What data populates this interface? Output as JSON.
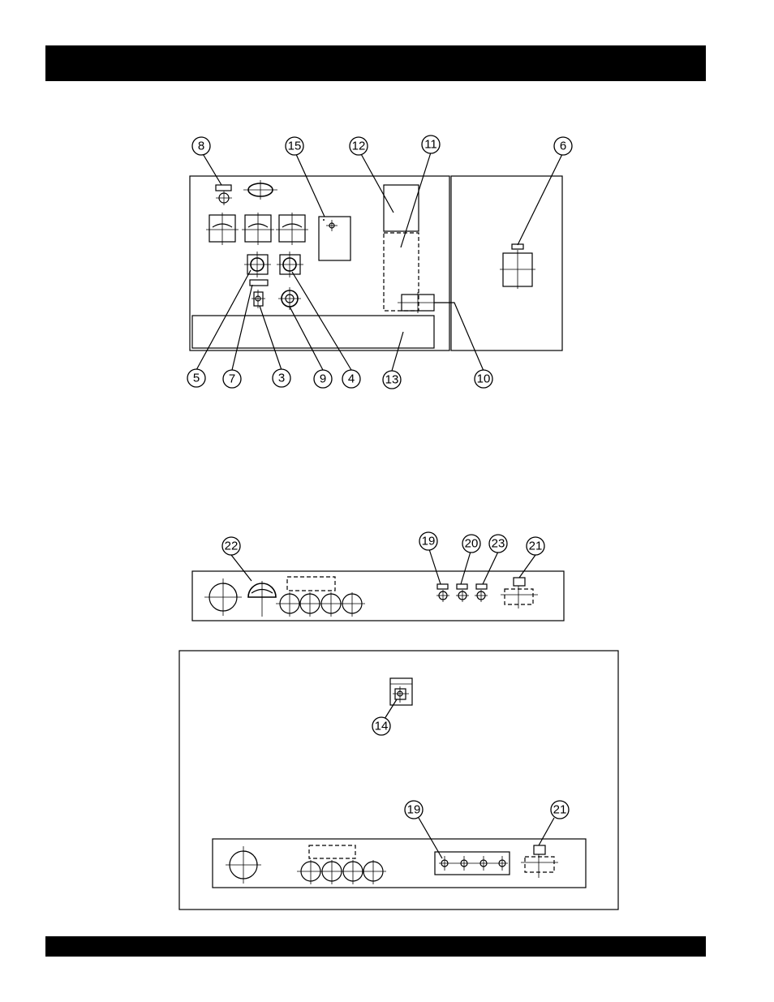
{
  "callouts": {
    "n8": "8",
    "n15": "15",
    "n12": "12",
    "n11": "11",
    "n6": "6",
    "n5": "5",
    "n7": "7",
    "n3": "3",
    "n9": "9",
    "n4": "4",
    "n13": "13",
    "n10": "10",
    "n22": "22",
    "n19a": "19",
    "n20": "20",
    "n23": "23",
    "n21a": "21",
    "n14": "14",
    "n19b": "19",
    "n21b": "21"
  }
}
